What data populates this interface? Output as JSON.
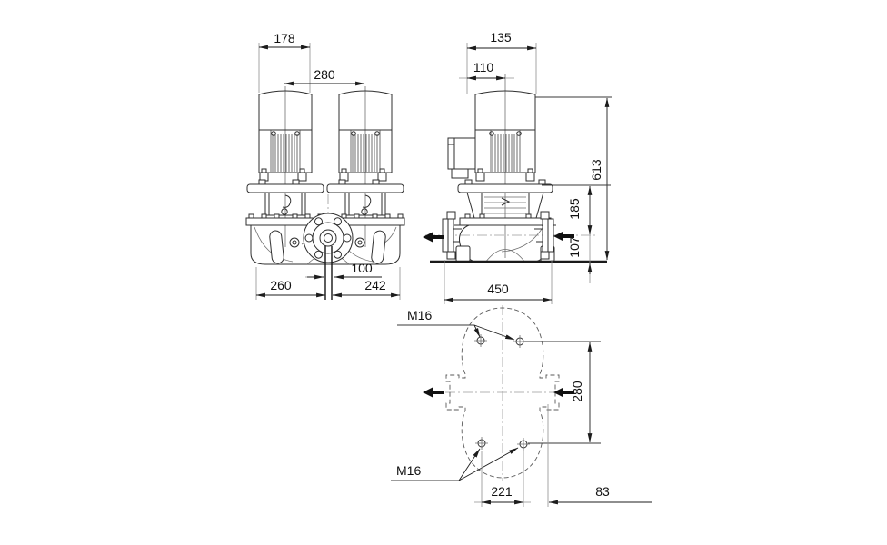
{
  "meta": {
    "title": "Pump dimensional drawing, twin-head in-line pump",
    "width": "976",
    "height": "600"
  },
  "front_view": {
    "motor_width": "178",
    "head_spacing": "280",
    "port_offset": "100",
    "left_span": "260",
    "right_span": "242"
  },
  "side_view": {
    "motor_depth": "135",
    "center_to_box": "110",
    "total_height": "613",
    "centerline_to_lantern_top": "185",
    "base_to_centerline": "107",
    "port_to_port": "450"
  },
  "plan_view": {
    "bolt_thread_top": "M16",
    "bolt_thread_bottom": "M16",
    "bolt_span_vertical": "280",
    "bolt_span_horizontal": "221",
    "edge_offset": "83"
  },
  "colors": {
    "background": "#ffffff",
    "object_line": "#2f2f2f",
    "dimension_line": "#1c1c1c",
    "extension_line": "#8f8f8f",
    "flow_arrow": "#111111"
  }
}
